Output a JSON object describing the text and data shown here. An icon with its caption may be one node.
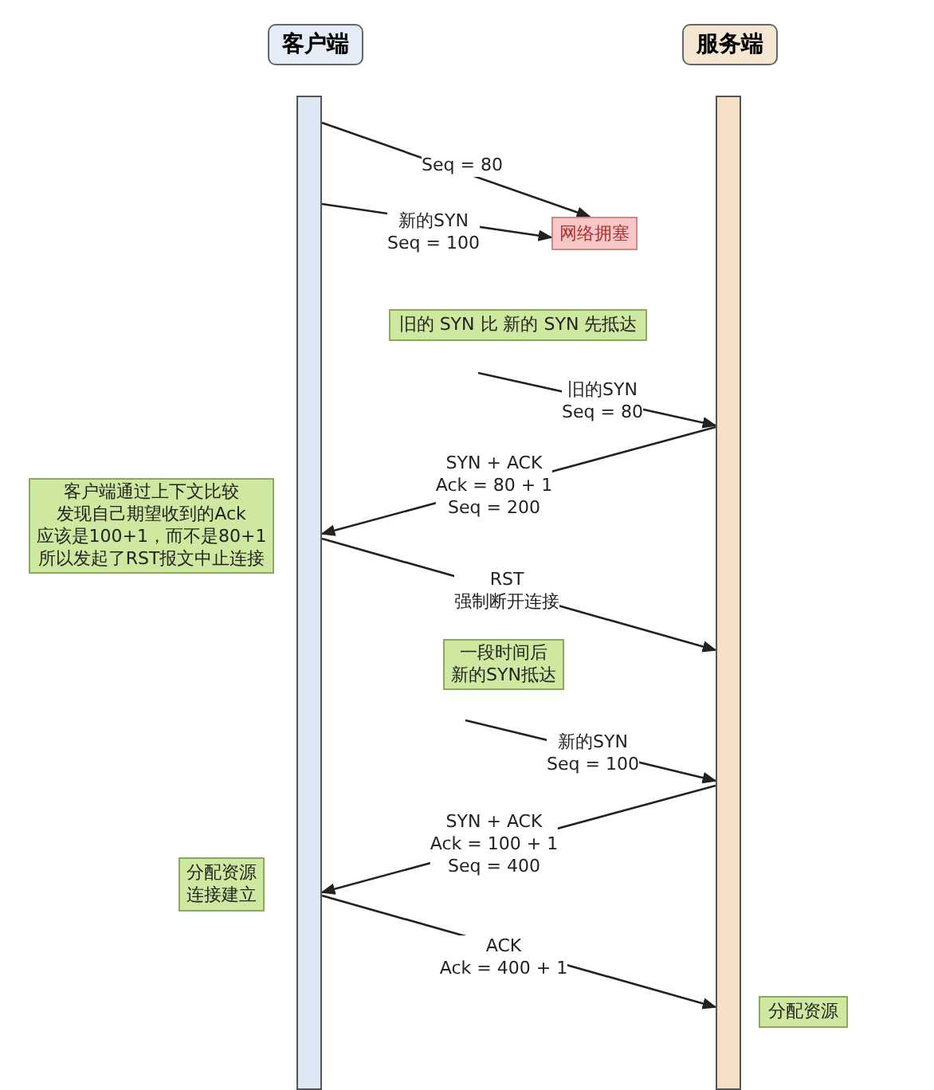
{
  "diagram": {
    "nodes": [
      {
        "text": [
          "客户端"
        ]
      },
      {
        "text": [
          "服务端"
        ]
      },
      {
        "text": [],
        "shape": "bar"
      },
      {
        "text": [],
        "shape": "bar"
      },
      {
        "text": [
          "网络拥塞"
        ]
      },
      {
        "text": [
          "旧的 SYN 比 新的 SYN 先抵达"
        ]
      },
      {
        "text": [
          "客户端通过上下文比较发现自己期望收到的Ack应该是100+1，而不是80+1所以发起了RST报文中止连接"
        ]
      },
      {
        "text": [
          "一段时间后新的SYN抵达"
        ]
      },
      {
        "text": [
          "分配资源连接建立"
        ]
      },
      {
        "text": [
          "分配资源"
        ]
      }
    ],
    "edges": [
      {
        "from": 2,
        "to": 4,
        "arrow": "to",
        "label": "Seq = 80"
      },
      {
        "from": 2,
        "to": 4,
        "arrow": "to",
        "label": "新的SYN Seq = 100"
      },
      {
        "from": null,
        "to": 3,
        "arrow": "to",
        "label": "旧的SYN Seq = 80"
      },
      {
        "from": 3,
        "to": 2,
        "arrow": "to",
        "label": "SYN + ACK Ack = 80 + 1 Seq = 200"
      },
      {
        "from": 2,
        "to": 3,
        "arrow": "to",
        "label": "RST 强制断开连接"
      },
      {
        "from": null,
        "to": 3,
        "arrow": "to",
        "label": "新的SYN Seq = 100"
      },
      {
        "from": 3,
        "to": 2,
        "arrow": "to",
        "label": "SYN + ACK Ack = 100 + 1 Seq = 400"
      },
      {
        "from": 2,
        "to": 3,
        "arrow": "to",
        "label": "ACK Ack = 400 + 1"
      }
    ]
  }
}
